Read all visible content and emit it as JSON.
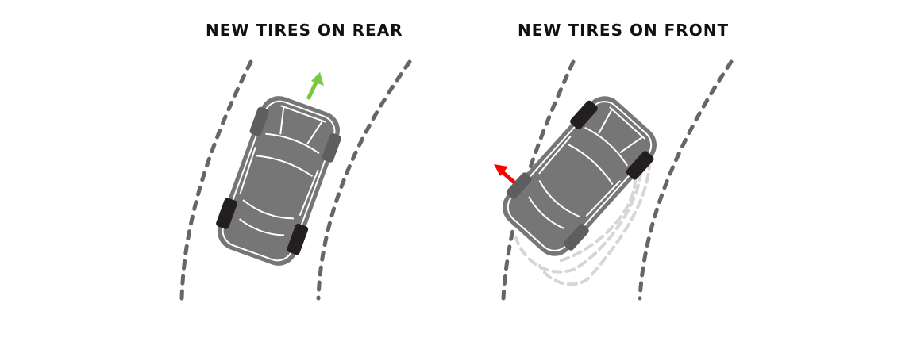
{
  "panels": [
    {
      "title": "NEW TIRES ON REAR",
      "new_tires_position": "rear",
      "outcome": "car stays on course",
      "arrow_color": "#7ac943",
      "arrow_direction": "forward"
    },
    {
      "title": "NEW TIRES ON FRONT",
      "new_tires_position": "front",
      "outcome": "car spins out (oversteer)",
      "arrow_color": "#ff0000",
      "arrow_direction": "sideways-left"
    }
  ],
  "colors": {
    "car_body": "#767676",
    "car_outline": "#ffffff",
    "new_tire": "#231f20",
    "worn_tire": "#5e5e5e",
    "lane_dash": "#666666",
    "ghost_path": "#d6d6d6",
    "title": "#111111"
  }
}
